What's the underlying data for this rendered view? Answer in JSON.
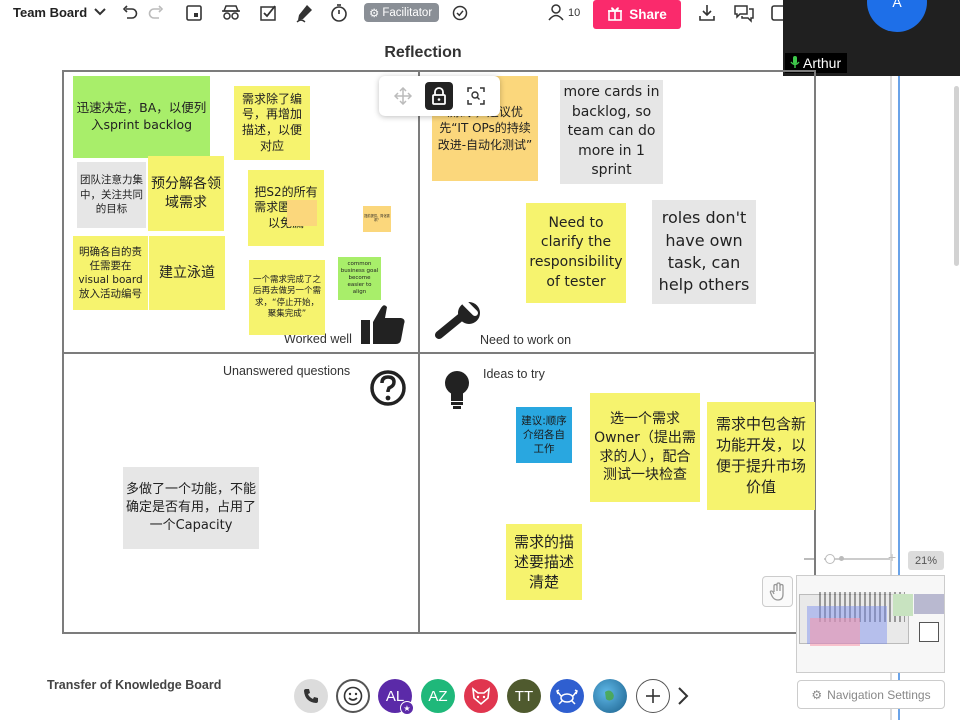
{
  "app": {
    "board_name": "Team Board",
    "facilitator_label": "Facilitator",
    "user_count": "10",
    "share_label": "Share"
  },
  "video": {
    "avatar_initial": "A",
    "participant_name": "Arthur"
  },
  "board": {
    "title": "Reflection",
    "quadrants": {
      "worked_well": "Worked well",
      "need_to_work_on": "Need to work on",
      "unanswered": "Unanswered  questions",
      "ideas": "Ideas to try"
    }
  },
  "notes": {
    "n1": "迅速决定，BA，以便列入sprint backlog",
    "n2": "需求除了编号，再增加描述，以便对应",
    "n3": "团队注意力集中，关注共同的目标",
    "n4": "预分解各领域需求",
    "n5": "把S2的所有需求匿  表，以免漏",
    "n6": "提前提供，简化需求？",
    "n7": "明确各自的责任需要在visual board放入活动编号",
    "n8": "建立泳道",
    "n9": "一个需求完成了之后再去做另一个需求，“停止开始，聚集完成”",
    "n10": "common business goal become easier to align",
    "n11": "测试 ，建议优先“IT OPs的持续改进-自动化测试”",
    "n12": "more cards in backlog, so team can do more in 1 sprint",
    "n13": "Need to clarify the responsibility of tester",
    "n14": "roles don't have own task, can help others",
    "n15": "多做了一个功能，不能确定是否有用，占用了一个Capacity",
    "n16": "建议:顺序介绍各自工作",
    "n17": "选一个需求Owner（提出需求的人），配合 测试一块检查",
    "n18": "需求中包含新功能开发，以便于提升市场价值",
    "n19": "需求的描述要描述清楚"
  },
  "canvas": {
    "zoom_level": "21%",
    "navigation_settings_label": "Navigation Settings"
  },
  "bottom": {
    "board_label": "Transfer of Knowledge Board",
    "avatars": [
      {
        "initials": "AL",
        "color": "#5b2aa8"
      },
      {
        "initials": "AZ",
        "color": "#1fb87a"
      },
      {
        "initials": "TT",
        "color": "#4f5a2e"
      }
    ]
  },
  "icons": [
    "chevron-down-icon",
    "undo-icon",
    "redo-icon",
    "frame-icon",
    "spy-icon",
    "check-frame-icon",
    "pen-icon",
    "timer-icon",
    "check-circle-icon",
    "user-icon",
    "export-icon",
    "comment-icon",
    "move-icon",
    "lock-icon",
    "zoom-fit-icon",
    "thumbs-up-icon",
    "wrench-icon",
    "question-icon",
    "bulb-icon",
    "hand-icon",
    "phone-icon",
    "smile-icon",
    "fox-icon",
    "crab-icon",
    "globe-icon",
    "plus-icon",
    "chevron-right-icon",
    "gear-icon",
    "mic-icon"
  ],
  "colors": {
    "share": "#fa2a6c",
    "sticky_yellow": "#f6f36e",
    "sticky_green": "#a8ee6a",
    "sticky_orange": "#fbd77c",
    "sticky_gray": "#e6e6e6",
    "sticky_blue": "#29a7e0"
  }
}
